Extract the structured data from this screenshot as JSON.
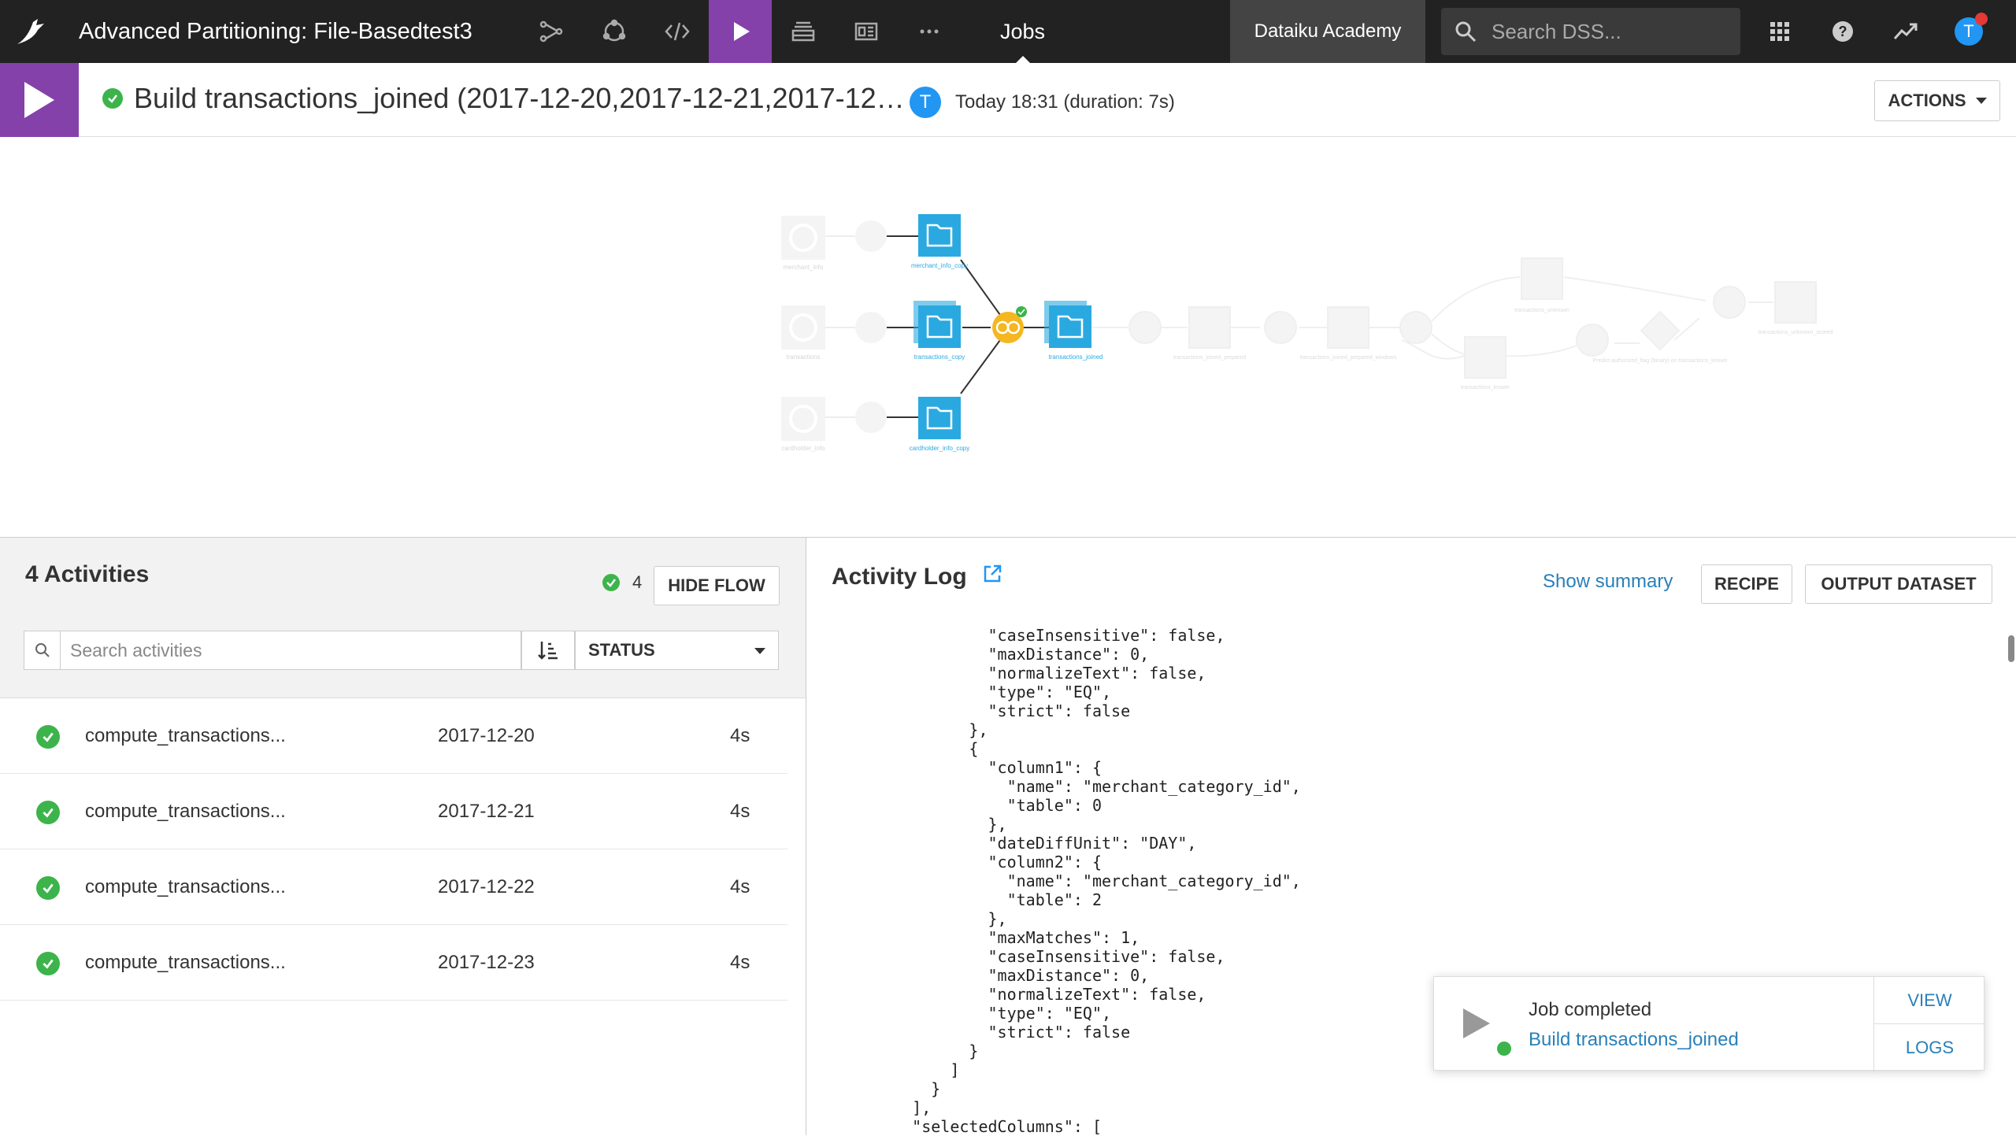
{
  "topnav": {
    "project_title": "Advanced Partitioning: File-Basedtest3",
    "jobs_label": "Jobs",
    "academy_label": "Dataiku Academy",
    "search_placeholder": "Search DSS...",
    "user_initial": "T",
    "icons": [
      "flow-icon",
      "lab-icon",
      "code-icon",
      "jobs-play-icon",
      "deploy-icon",
      "dashboard-icon",
      "more-icon"
    ],
    "right_icons": [
      "apps-grid-icon",
      "help-icon",
      "activity-icon",
      "avatar"
    ]
  },
  "job": {
    "title": "Build transactions_joined (2017-12-20,2017-12-21,2017-12…",
    "user_initial": "T",
    "time": "Today 18:31 (duration: 7s)",
    "actions_label": "ACTIONS",
    "status": "success"
  },
  "flow": {
    "nodes": [
      {
        "label": "merchant_info"
      },
      {
        "label": "merchant_info_copy"
      },
      {
        "label": "transactions"
      },
      {
        "label": "transactions_copy"
      },
      {
        "label": "cardholder_info"
      },
      {
        "label": "cardholder_info_copy"
      },
      {
        "label": "transactions_joined"
      },
      {
        "label": "transactions_joined_prepared"
      },
      {
        "label": "transactions_joined_prepared_windows"
      },
      {
        "label": "transactions_unknown"
      },
      {
        "label": "transactions_known"
      },
      {
        "label": "Predict authorized_flag (binary) on transactions_known"
      },
      {
        "label": "transactions_unknown_scored"
      }
    ],
    "colors": {
      "active": "#2aa9e0",
      "join": "#f5b71f",
      "faded": "#e8e8e8",
      "edge": "#333333"
    }
  },
  "activities": {
    "title": "4 Activities",
    "success_count": "4",
    "hide_flow_label": "HIDE FLOW",
    "search_placeholder": "Search activities",
    "status_label": "STATUS",
    "rows": [
      {
        "name": "compute_transactions...",
        "date": "2017-12-20",
        "duration": "4s"
      },
      {
        "name": "compute_transactions...",
        "date": "2017-12-21",
        "duration": "4s"
      },
      {
        "name": "compute_transactions...",
        "date": "2017-12-22",
        "duration": "4s"
      },
      {
        "name": "compute_transactions...",
        "date": "2017-12-23",
        "duration": "4s"
      }
    ]
  },
  "log": {
    "title": "Activity Log",
    "show_summary": "Show summary",
    "recipe_label": "RECIPE",
    "output_dataset_label": "OUTPUT DATASET",
    "content": "            \"caseInsensitive\": false,\n            \"maxDistance\": 0,\n            \"normalizeText\": false,\n            \"type\": \"EQ\",\n            \"strict\": false\n          },\n          {\n            \"column1\": {\n              \"name\": \"merchant_category_id\",\n              \"table\": 0\n            },\n            \"dateDiffUnit\": \"DAY\",\n            \"column2\": {\n              \"name\": \"merchant_category_id\",\n              \"table\": 2\n            },\n            \"maxMatches\": 1,\n            \"caseInsensitive\": false,\n            \"maxDistance\": 0,\n            \"normalizeText\": false,\n            \"type\": \"EQ\",\n            \"strict\": false\n          }\n        ]\n      }\n    ],\n    \"selectedColumns\": ["
  },
  "toast": {
    "title": "Job completed",
    "link": "Build transactions_joined",
    "view_label": "VIEW",
    "logs_label": "LOGS"
  }
}
